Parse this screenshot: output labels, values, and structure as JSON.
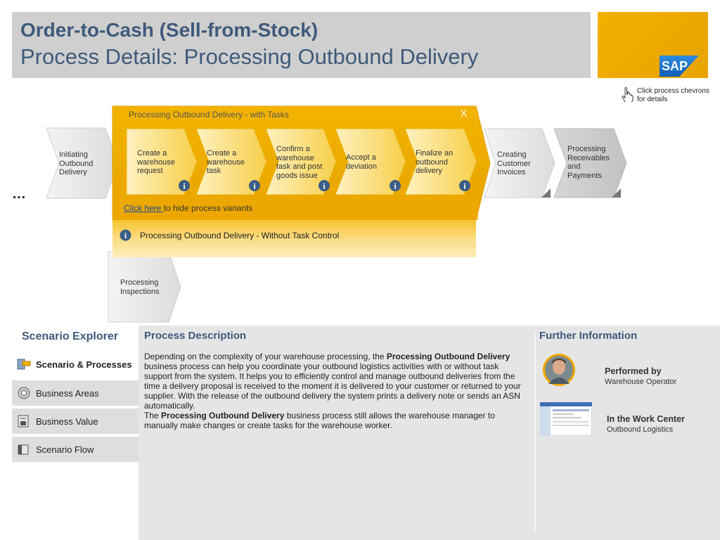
{
  "header": {
    "title": "Order-to-Cash (Sell-from-Stock)",
    "subtitle": "Process Details: Processing Outbound Delivery",
    "logo": "SAP"
  },
  "hint": {
    "text": "Click process chevrons for details",
    "icon": "hand-pointer-icon"
  },
  "process": {
    "ellipsis": "…",
    "steps_left": [
      {
        "label": "Initiating Outbound Delivery"
      }
    ],
    "task_group": {
      "title": "Processing Outbound Delivery - with Tasks",
      "close_label": "X",
      "steps": [
        {
          "label": "Create a warehouse request"
        },
        {
          "label": "Create a warehouse task"
        },
        {
          "label": "Confirm a warehouse task and post goods issue"
        },
        {
          "label": "Accept a deviation"
        },
        {
          "label": "Finalize an outbound delivery"
        }
      ],
      "hide_link": "Click here ",
      "hide_text": "to hide process variants",
      "variant": "Processing Outbound Delivery - Without Task Control"
    },
    "steps_right": [
      {
        "label": "Creating Customer Invoices"
      },
      {
        "label": "Processing Receivables and Payments"
      }
    ],
    "step_below": {
      "label": "Processing Inspections"
    }
  },
  "sidebar": {
    "title": "Scenario Explorer",
    "items": [
      {
        "label": "Scenario & Processes",
        "icon": "scenario-icon",
        "active": true
      },
      {
        "label": "Business Areas",
        "icon": "business-areas-icon"
      },
      {
        "label": "Business Value",
        "icon": "business-value-icon"
      },
      {
        "label": "Scenario Flow",
        "icon": "scenario-flow-icon"
      }
    ]
  },
  "description": {
    "title": "Process Description",
    "p1_a": "Depending on the complexity of your warehouse processing, the ",
    "p1_b": "Processing Outbound Delivery",
    "p1_c": " business process can help you coordinate your outbound logistics activities with or without task support from the system. It helps you to efficiently control and manage outbound deliveries from the time a delivery proposal is received to the moment it is delivered to your customer or returned to your supplier. With the release of the outbound delivery the system prints a delivery note or sends an ASN automatically.",
    "p2_a": "The ",
    "p2_b": "Processing Outbound Delivery",
    "p2_c": " business process still allows the warehouse manager to manually make changes or create tasks for the warehouse worker."
  },
  "further": {
    "title": "Further Information",
    "performed_label": "Performed by",
    "performed_value": "Warehouse Operator",
    "wc_label": "In the Work Center",
    "wc_value": "Outbound Logistics"
  },
  "colors": {
    "accent": "#3f5a7a",
    "gold": "#f2b000",
    "chevron_gray": "#e6e6e6"
  }
}
